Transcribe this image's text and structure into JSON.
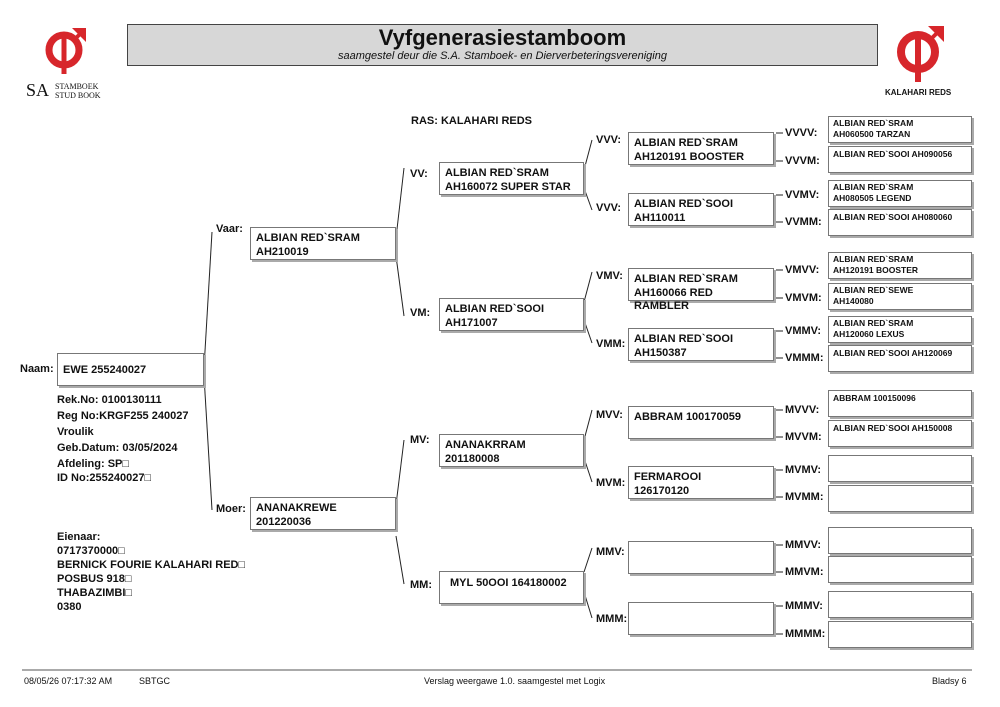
{
  "header": {
    "title": "Vyfgenerasiestamboom",
    "subtitle": "saamgestel deur die S.A. Stamboek- en Dierverbeteringsvereniging",
    "logo_left_sa": "SA",
    "logo_left_line1": "STAMBOEK",
    "logo_left_line2": "STUD BOOK",
    "logo_right_text": "KALAHARI REDS"
  },
  "ras": "RAS: KALAHARI REDS",
  "animal": {
    "label": "Naam:",
    "name": "EWE 255240027",
    "rek_no": "Rek.No: 0100130111",
    "reg_no": "Reg No:KRGF255 240027",
    "sex": "Vroulik",
    "birth": "Geb.Datum: 03/05/2024",
    "afdeling": "Afdeling: SP□",
    "id_no": "ID No:255240027□"
  },
  "owner": {
    "label": "Eienaar:",
    "phone": "0717370000□",
    "name": "BERNICK FOURIE KALAHARI RED□",
    "box": "POSBUS 918□",
    "town": "THABAZIMBI□",
    "code": "0380"
  },
  "gen1": {
    "vaar_label": "Vaar:",
    "vaar_line1": "ALBIAN RED`SRAM",
    "vaar_line2": "AH210019",
    "moer_label": "Moer:",
    "moer_line1": "ANANAKREWE",
    "moer_line2": "201220036"
  },
  "gen2": {
    "vv_label": "VV:",
    "vv_line1": "ALBIAN RED`SRAM",
    "vv_line2": "AH160072 SUPER STAR",
    "vm_label": "VM:",
    "vm_line1": "ALBIAN RED`SOOI",
    "vm_line2": "AH171007",
    "mv_label": "MV:",
    "mv_line1": "ANANAKRRAM",
    "mv_line2": "201180008",
    "mm_label": "MM:",
    "mm_line1": "MYL 50OOI 164180002"
  },
  "gen3": {
    "vvv_label": "VVV:",
    "vvv_line1": "ALBIAN RED`SRAM",
    "vvv_line2": "AH120191 BOOSTER",
    "vvm_label": "VVV:",
    "vvm_line1": "ALBIAN RED`SOOI",
    "vvm_line2": "AH110011",
    "vmv_label": "VMV:",
    "vmv_line1": "ALBIAN RED`SRAM",
    "vmv_line2": "AH160066 RED",
    "vmv_line3": "RAMBLER",
    "vmm_label": "VMM:",
    "vmm_line1": "ALBIAN RED`SOOI",
    "vmm_line2": "AH150387",
    "mvv_label": "MVV:",
    "mvv_line1": "ABBRAM 100170059",
    "mvm_label": "MVM:",
    "mvm_line1": "FERMAROOI",
    "mvm_line2": "126170120",
    "mmv_label": "MMV:",
    "mmm_label": "MMM:"
  },
  "gen4": {
    "vvvv_label": "VVVV:",
    "vvvv_line1": "ALBIAN RED`SRAM",
    "vvvv_line2": "AH060500 TARZAN",
    "vvvm_label": "VVVM:",
    "vvvm_line1": "ALBIAN RED`SOOI AH090056",
    "vvmv_label": "VVMV:",
    "vvmv_line1": "ALBIAN RED`SRAM",
    "vvmv_line2": "AH080505 LEGEND",
    "vvmm_label": "VVMM:",
    "vvmm_line1": "ALBIAN RED`SOOI AH080060",
    "vmvv_label": "VMVV:",
    "vmvv_line1": "ALBIAN RED`SRAM",
    "vmvv_line2": "AH120191 BOOSTER",
    "vmvm_label": "VMVM:",
    "vmvm_line1": "ALBIAN RED`SEWE",
    "vmvm_line2": "AH140080",
    "vmmv_label": "VMMV:",
    "vmmv_line1": "ALBIAN RED`SRAM",
    "vmmv_line2": "AH120060 LEXUS",
    "vmmm_label": "VMMM:",
    "vmmm_line1": "ALBIAN RED`SOOI AH120069",
    "mvvv_label": "MVVV:",
    "mvvv_line1": "ABBRAM 100150096",
    "mvvm_label": "MVVM:",
    "mvvm_line1": "ALBIAN RED`SOOI AH150008",
    "mvmv_label": "MVMV:",
    "mvmm_label": "MVMM:",
    "mmvv_label": "MMVV:",
    "mmvm_label": "MMVM:",
    "mmmv_label": "MMMV:",
    "mmmm_label": "MMMM:"
  },
  "footer": {
    "datetime": "08/05/26 07:17:32 AM",
    "code": "SBTGC",
    "version": "Verslag weergawe 1.0. saamgestel met Logix",
    "page": "Bladsy 6"
  },
  "colors": {
    "logo_red": "#d7262b",
    "title_bg": "#d7d7d7"
  }
}
